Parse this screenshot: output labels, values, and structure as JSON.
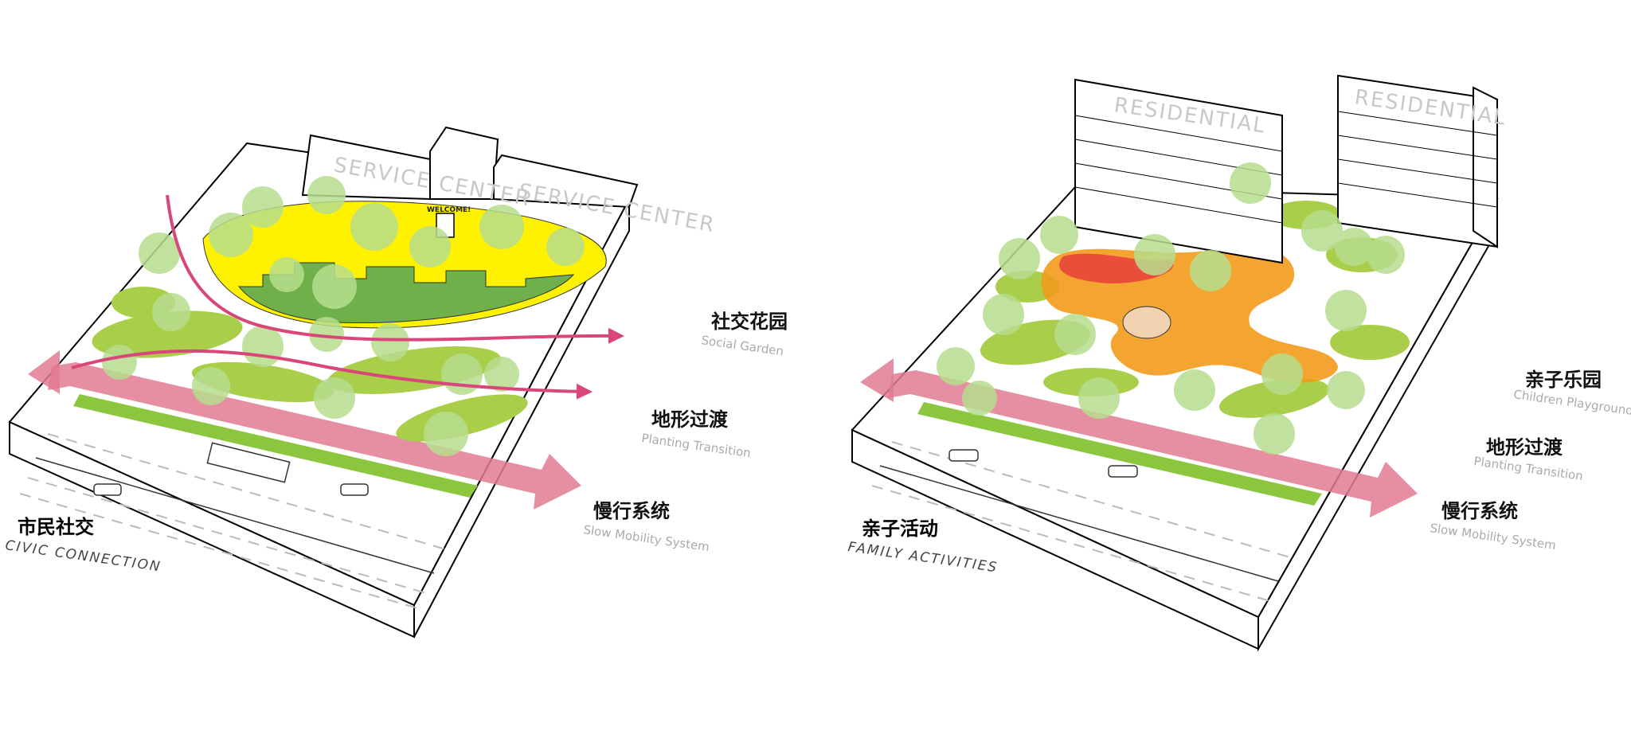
{
  "left_panel": {
    "corner_label_zh": "市民社交",
    "corner_label_en": "CIVIC CONNECTION",
    "building_left": "SERVICE CENTER",
    "building_right": "SERVICE CENTER",
    "entrance_sign": "WELCOME!",
    "layers": [
      {
        "zh": "社交花园",
        "en": "Social Garden"
      },
      {
        "zh": "地形过渡",
        "en": "Planting Transition"
      },
      {
        "zh": "慢行系统",
        "en": "Slow Mobility  System"
      }
    ]
  },
  "right_panel": {
    "corner_label_zh": "亲子活动",
    "corner_label_en": "FAMILY ACTIVITIES",
    "building_left": "RESIDENTIAL",
    "building_right": "RESIDENTIAL",
    "layers": [
      {
        "zh": "亲子乐园",
        "en": "Children Playground"
      },
      {
        "zh": "地形过渡",
        "en": "Planting Transition"
      },
      {
        "zh": "慢行系统",
        "en": "Slow Mobility  System"
      }
    ]
  },
  "colors": {
    "lawn": "#a9cf4a",
    "garden_yellow": "#fff200",
    "garden_green": "#6fb04a",
    "tree": "#b7de8e",
    "path_pink": "#d9477a",
    "bikeway_pink": "#e27a92",
    "play_red": "#e8453c",
    "play_orange": "#f39a1b"
  }
}
